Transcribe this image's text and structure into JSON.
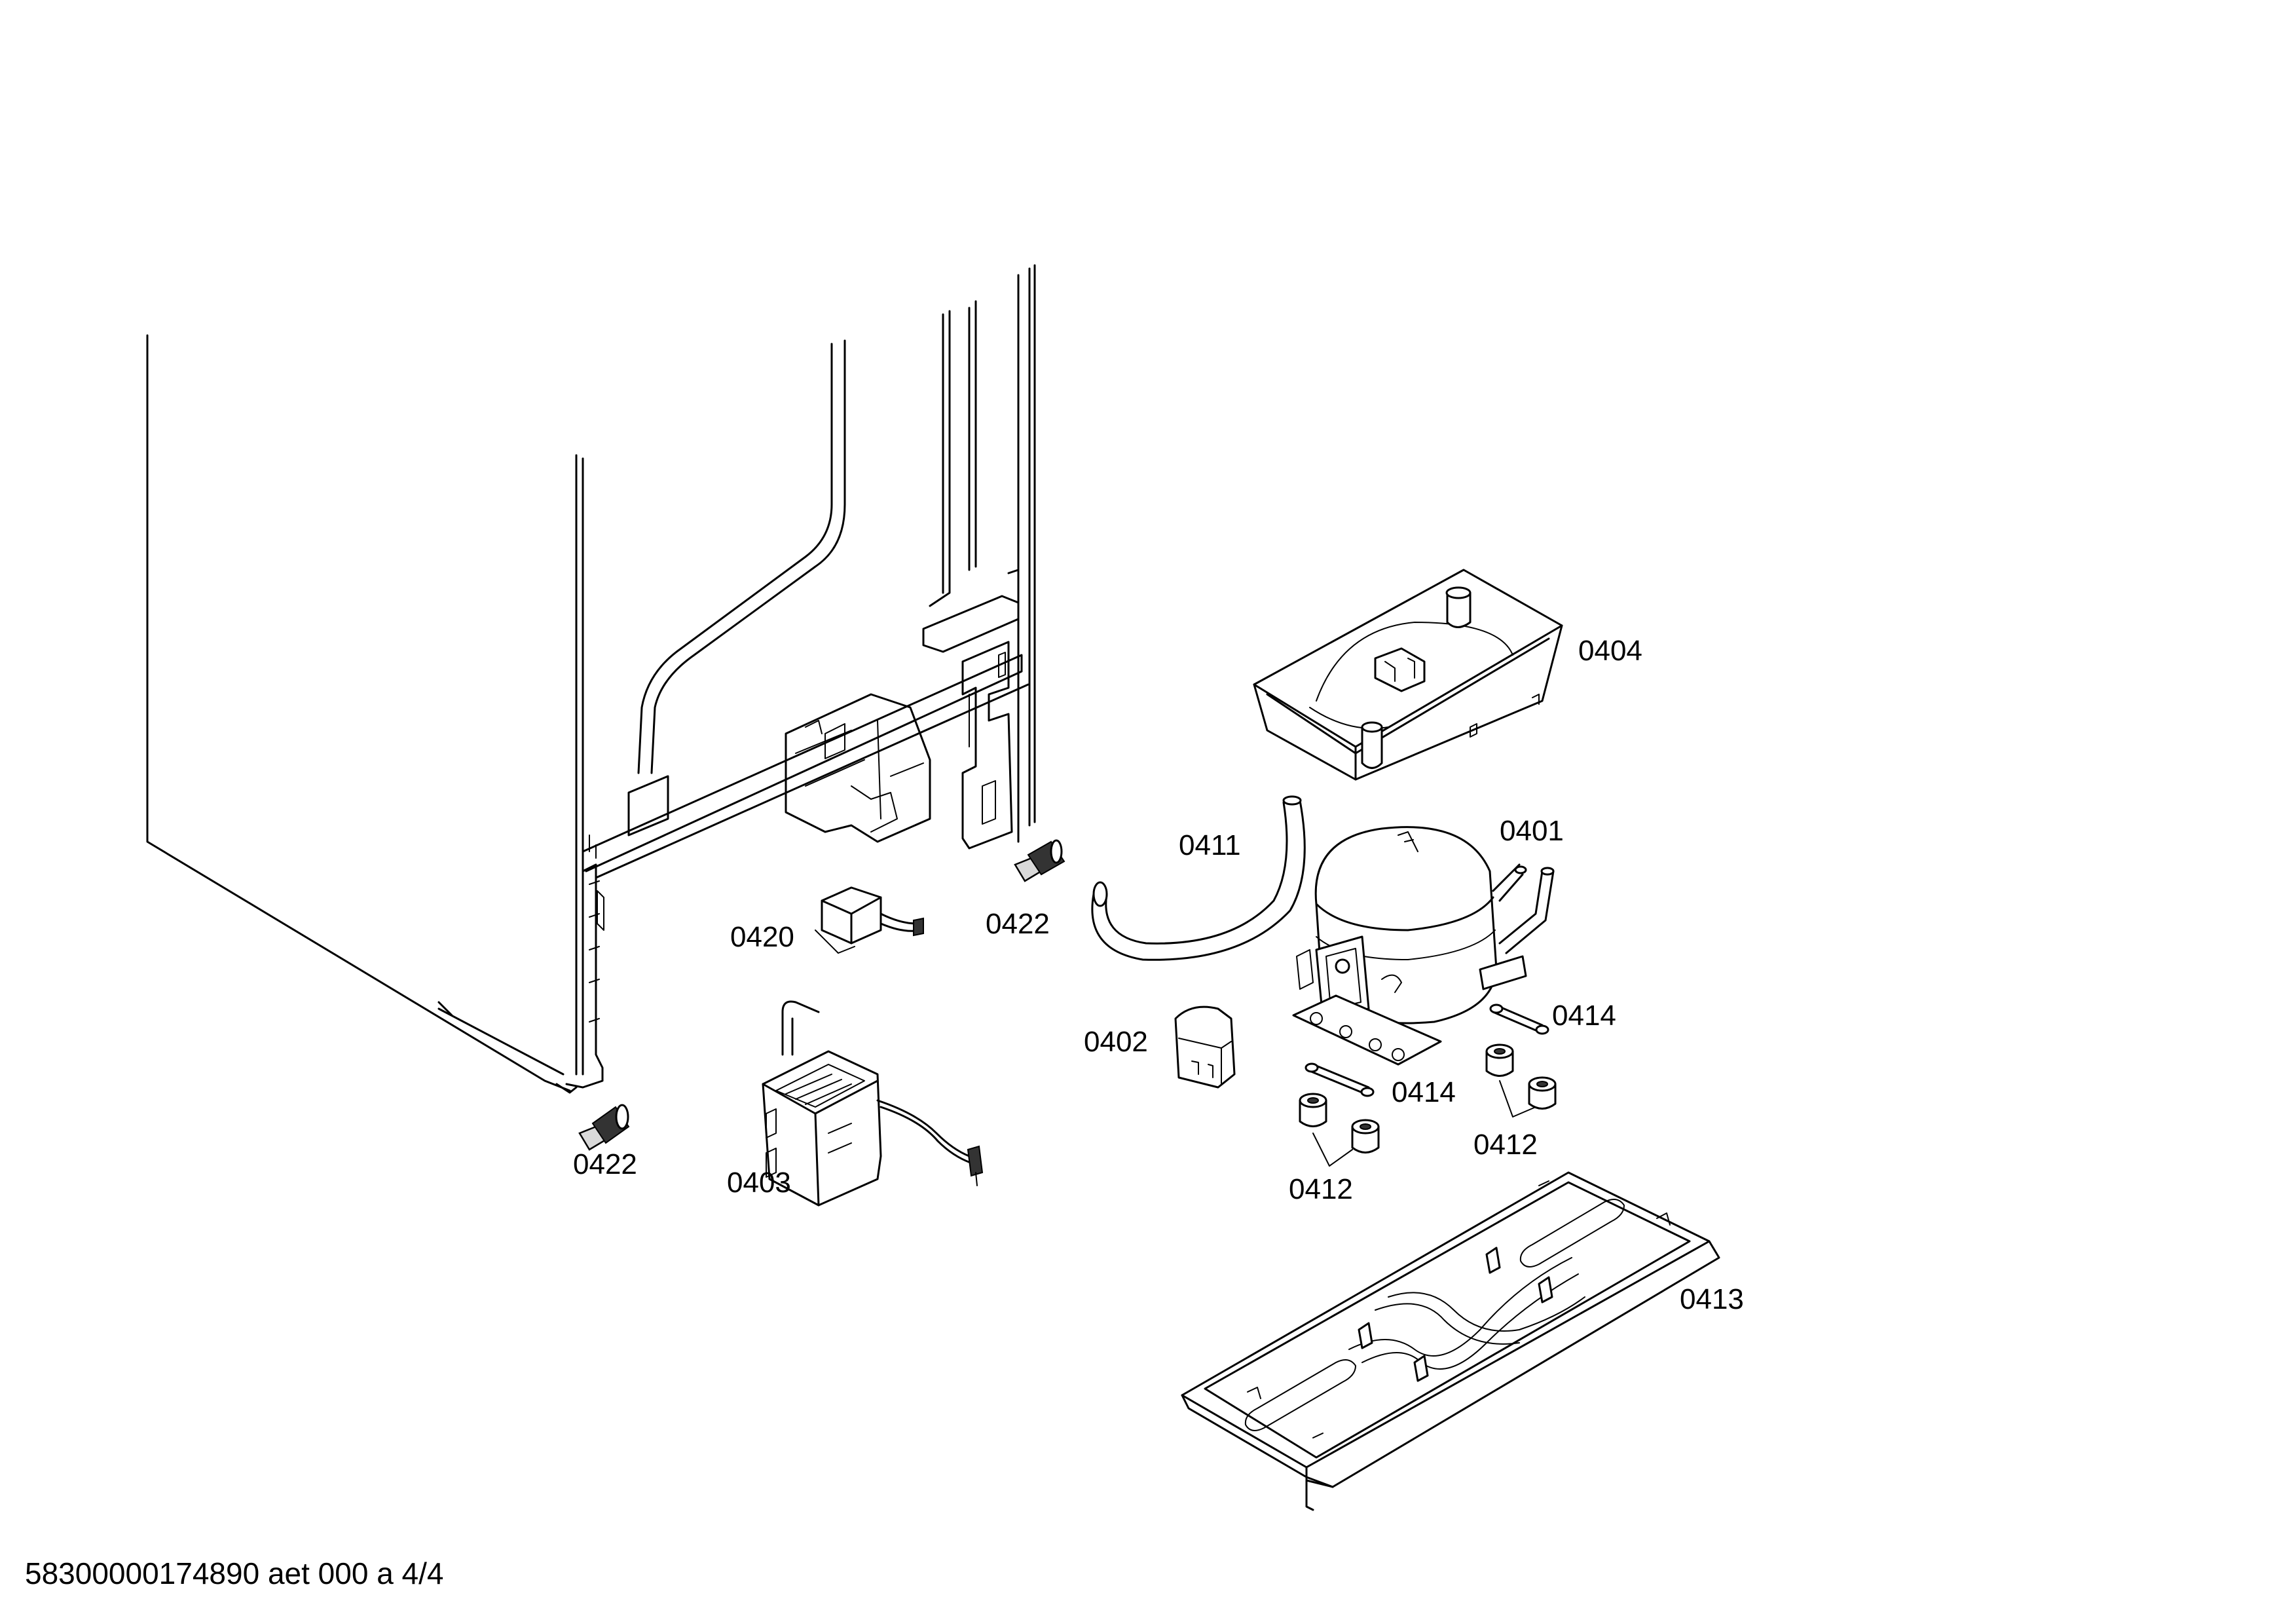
{
  "parts": {
    "p0404": "0404",
    "p0411": "0411",
    "p0401": "0401",
    "p0420": "0420",
    "p0422_right": "0422",
    "p0402": "0402",
    "p0414_right": "0414",
    "p0414_left": "0414",
    "p0412_right": "0412",
    "p0412_left": "0412",
    "p0422_left": "0422",
    "p0403": "0403",
    "p0413": "0413"
  },
  "footer": {
    "document_id": "58300000174890 aet 000 a 4/4"
  }
}
